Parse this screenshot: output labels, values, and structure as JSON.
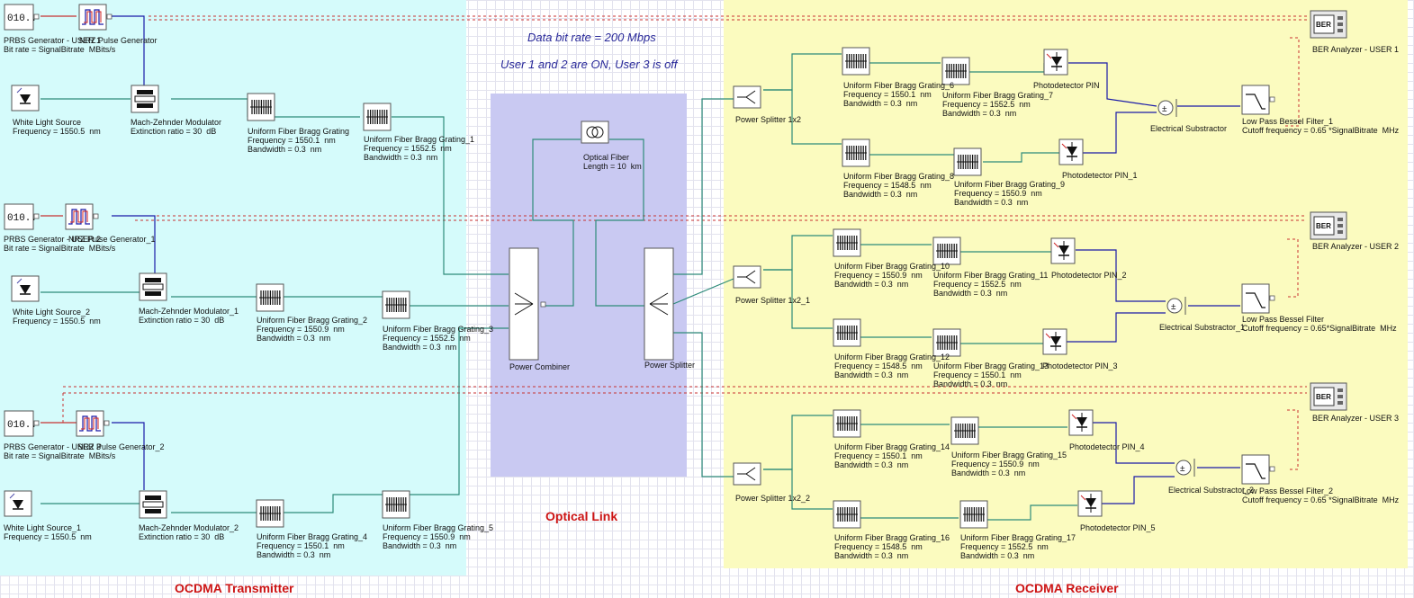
{
  "regions": {
    "transmitter": "OCDMA Transmitter",
    "link": "Optical Link",
    "receiver": "OCDMA Receiver"
  },
  "notes": {
    "bitrate": "Data bit rate = 200 Mbps",
    "users": "User 1 and 2 are ON, User 3 is off"
  },
  "components": {
    "prbs1": {
      "label": "PRBS Generator - USER 1",
      "detail": "Bit rate = SignalBitrate  MBits/s",
      "glyph": "010.."
    },
    "nrz1": {
      "label": "NRZ Pulse Generator"
    },
    "wls1": {
      "label": "White Light Source",
      "detail": "Frequency = 1550.5  nm"
    },
    "mzm1": {
      "label": "Mach-Zehnder Modulator",
      "detail": "Extinction ratio = 30  dB"
    },
    "fbg_a": {
      "label": "Uniform Fiber Bragg Grating",
      "detail": "Frequency = 1550.1  nm\nBandwidth = 0.3  nm"
    },
    "fbg_1": {
      "label": "Uniform Fiber Bragg Grating_1",
      "detail": "Frequency = 1552.5  nm\nBandwidth = 0.3  nm"
    },
    "prbs2": {
      "label": "PRBS Generator - USER 2",
      "detail": "Bit rate = SignalBitrate  MBits/s",
      "glyph": "010.."
    },
    "nrz2": {
      "label": "NRZ Pulse Generator_1"
    },
    "wls2": {
      "label": "White Light Source_2",
      "detail": "Frequency = 1550.5  nm"
    },
    "mzm2": {
      "label": "Mach-Zehnder Modulator_1",
      "detail": "Extinction ratio = 30  dB"
    },
    "fbg_2": {
      "label": "Uniform Fiber Bragg Grating_2",
      "detail": "Frequency = 1550.9  nm\nBandwidth = 0.3  nm"
    },
    "fbg_3": {
      "label": "Uniform Fiber Bragg Grating_3",
      "detail": "Frequency = 1552.5  nm\nBandwidth = 0.3  nm"
    },
    "prbs3": {
      "label": "PRBS Generator - USER 3",
      "detail": "Bit rate = SignalBitrate  MBits/s",
      "glyph": "010.."
    },
    "nrz3": {
      "label": "NRZ Pulse Generator_2"
    },
    "wls3": {
      "label": "White Light Source_1",
      "detail": "Frequency = 1550.5  nm"
    },
    "mzm3": {
      "label": "Mach-Zehnder Modulator_2",
      "detail": "Extinction ratio = 30  dB"
    },
    "fbg_4": {
      "label": "Uniform Fiber Bragg Grating_4",
      "detail": "Frequency = 1550.1  nm\nBandwidth = 0.3  nm"
    },
    "fbg_5": {
      "label": "Uniform Fiber Bragg Grating_5",
      "detail": "Frequency = 1550.9  nm\nBandwidth = 0.3  nm"
    },
    "fiber": {
      "label": "Optical Fiber",
      "detail": "Length = 10  km"
    },
    "combiner": {
      "label": "Power Combiner"
    },
    "psplit": {
      "label": "Power Splitter"
    },
    "ps1": {
      "label": "Power Splitter 1x2"
    },
    "ps2": {
      "label": "Power Splitter 1x2_1"
    },
    "ps3": {
      "label": "Power Splitter 1x2_2"
    },
    "fbg_6": {
      "label": "Uniform Fiber Bragg Grating_6",
      "detail": "Frequency = 1550.1  nm\nBandwidth = 0.3  nm"
    },
    "fbg_7": {
      "label": "Uniform Fiber Bragg Grating_7",
      "detail": "Frequency = 1552.5  nm\nBandwidth = 0.3  nm"
    },
    "fbg_8": {
      "label": "Uniform Fiber Bragg Grating_8",
      "detail": "Frequency = 1548.5  nm\nBandwidth = 0.3  nm"
    },
    "fbg_9": {
      "label": "Uniform Fiber Bragg Grating_9",
      "detail": "Frequency = 1550.9  nm\nBandwidth = 0.3  nm"
    },
    "fbg_10": {
      "label": "Uniform Fiber Bragg Grating_10",
      "detail": "Frequency = 1550.9  nm\nBandwidth = 0.3  nm"
    },
    "fbg_11": {
      "label": "Uniform Fiber Bragg Grating_11",
      "detail": "Frequency = 1552.5  nm\nBandwidth = 0.3  nm"
    },
    "fbg_12": {
      "label": "Uniform Fiber Bragg Grating_12",
      "detail": "Frequency = 1548.5  nm\nBandwidth = 0.3  nm"
    },
    "fbg_13": {
      "label": "Uniform Fiber Bragg Grating_13",
      "detail": "Frequency = 1550.1  nm\nBandwidth = 0.3  nm"
    },
    "fbg_14": {
      "label": "Uniform Fiber Bragg Grating_14",
      "detail": "Frequency = 1550.1  nm\nBandwidth = 0.3  nm"
    },
    "fbg_15": {
      "label": "Uniform Fiber Bragg Grating_15",
      "detail": "Frequency = 1550.9  nm\nBandwidth = 0.3  nm"
    },
    "fbg_16": {
      "label": "Uniform Fiber Bragg Grating_16",
      "detail": "Frequency = 1548.5  nm\nBandwidth = 0.3  nm"
    },
    "fbg_17": {
      "label": "Uniform Fiber Bragg Grating_17",
      "detail": "Frequency = 1552.5  nm\nBandwidth = 0.3  nm"
    },
    "pd": {
      "label": "Photodetector PIN"
    },
    "pd1": {
      "label": "Photodetector PIN_1"
    },
    "pd2": {
      "label": "Photodetector PIN_2"
    },
    "pd3": {
      "label": "Photodetector PIN_3"
    },
    "pd4": {
      "label": "Photodetector PIN_4"
    },
    "pd5": {
      "label": "Photodetector PIN_5"
    },
    "sub1": {
      "label": "Electrical Substractor"
    },
    "sub2": {
      "label": "Electrical Substractor_1"
    },
    "sub3": {
      "label": "Electrical Substractor_2"
    },
    "lpf1": {
      "label": "Low Pass Bessel Filter_1",
      "detail": "Cutoff frequency = 0.65 *SignalBitrate  MHz"
    },
    "lpf2": {
      "label": "Low Pass Bessel Filter",
      "detail": "Cutoff frequency = 0.65*SignalBitrate  MHz"
    },
    "lpf3": {
      "label": "Low Pass Bessel Filter_2",
      "detail": "Cutoff frequency = 0.65 *SignalBitrate  MHz"
    },
    "ber1": {
      "label": "BER Analyzer - USER 1",
      "glyph": "BER"
    },
    "ber2": {
      "label": "BER Analyzer - USER 2",
      "glyph": "BER"
    },
    "ber3": {
      "label": "BER Analyzer - USER 3",
      "glyph": "BER"
    }
  },
  "colors": {
    "optical_wire": "#2e8b7a",
    "electrical_wire": "#1a1aa8",
    "prbs_wire": "#c83232",
    "monitor_wire": "#c83232",
    "transmitter_bg": "#d5fbfb",
    "link_bg": "#c9c9f2",
    "receiver_bg": "#fbfbbf",
    "region_title": "#cc1414"
  }
}
